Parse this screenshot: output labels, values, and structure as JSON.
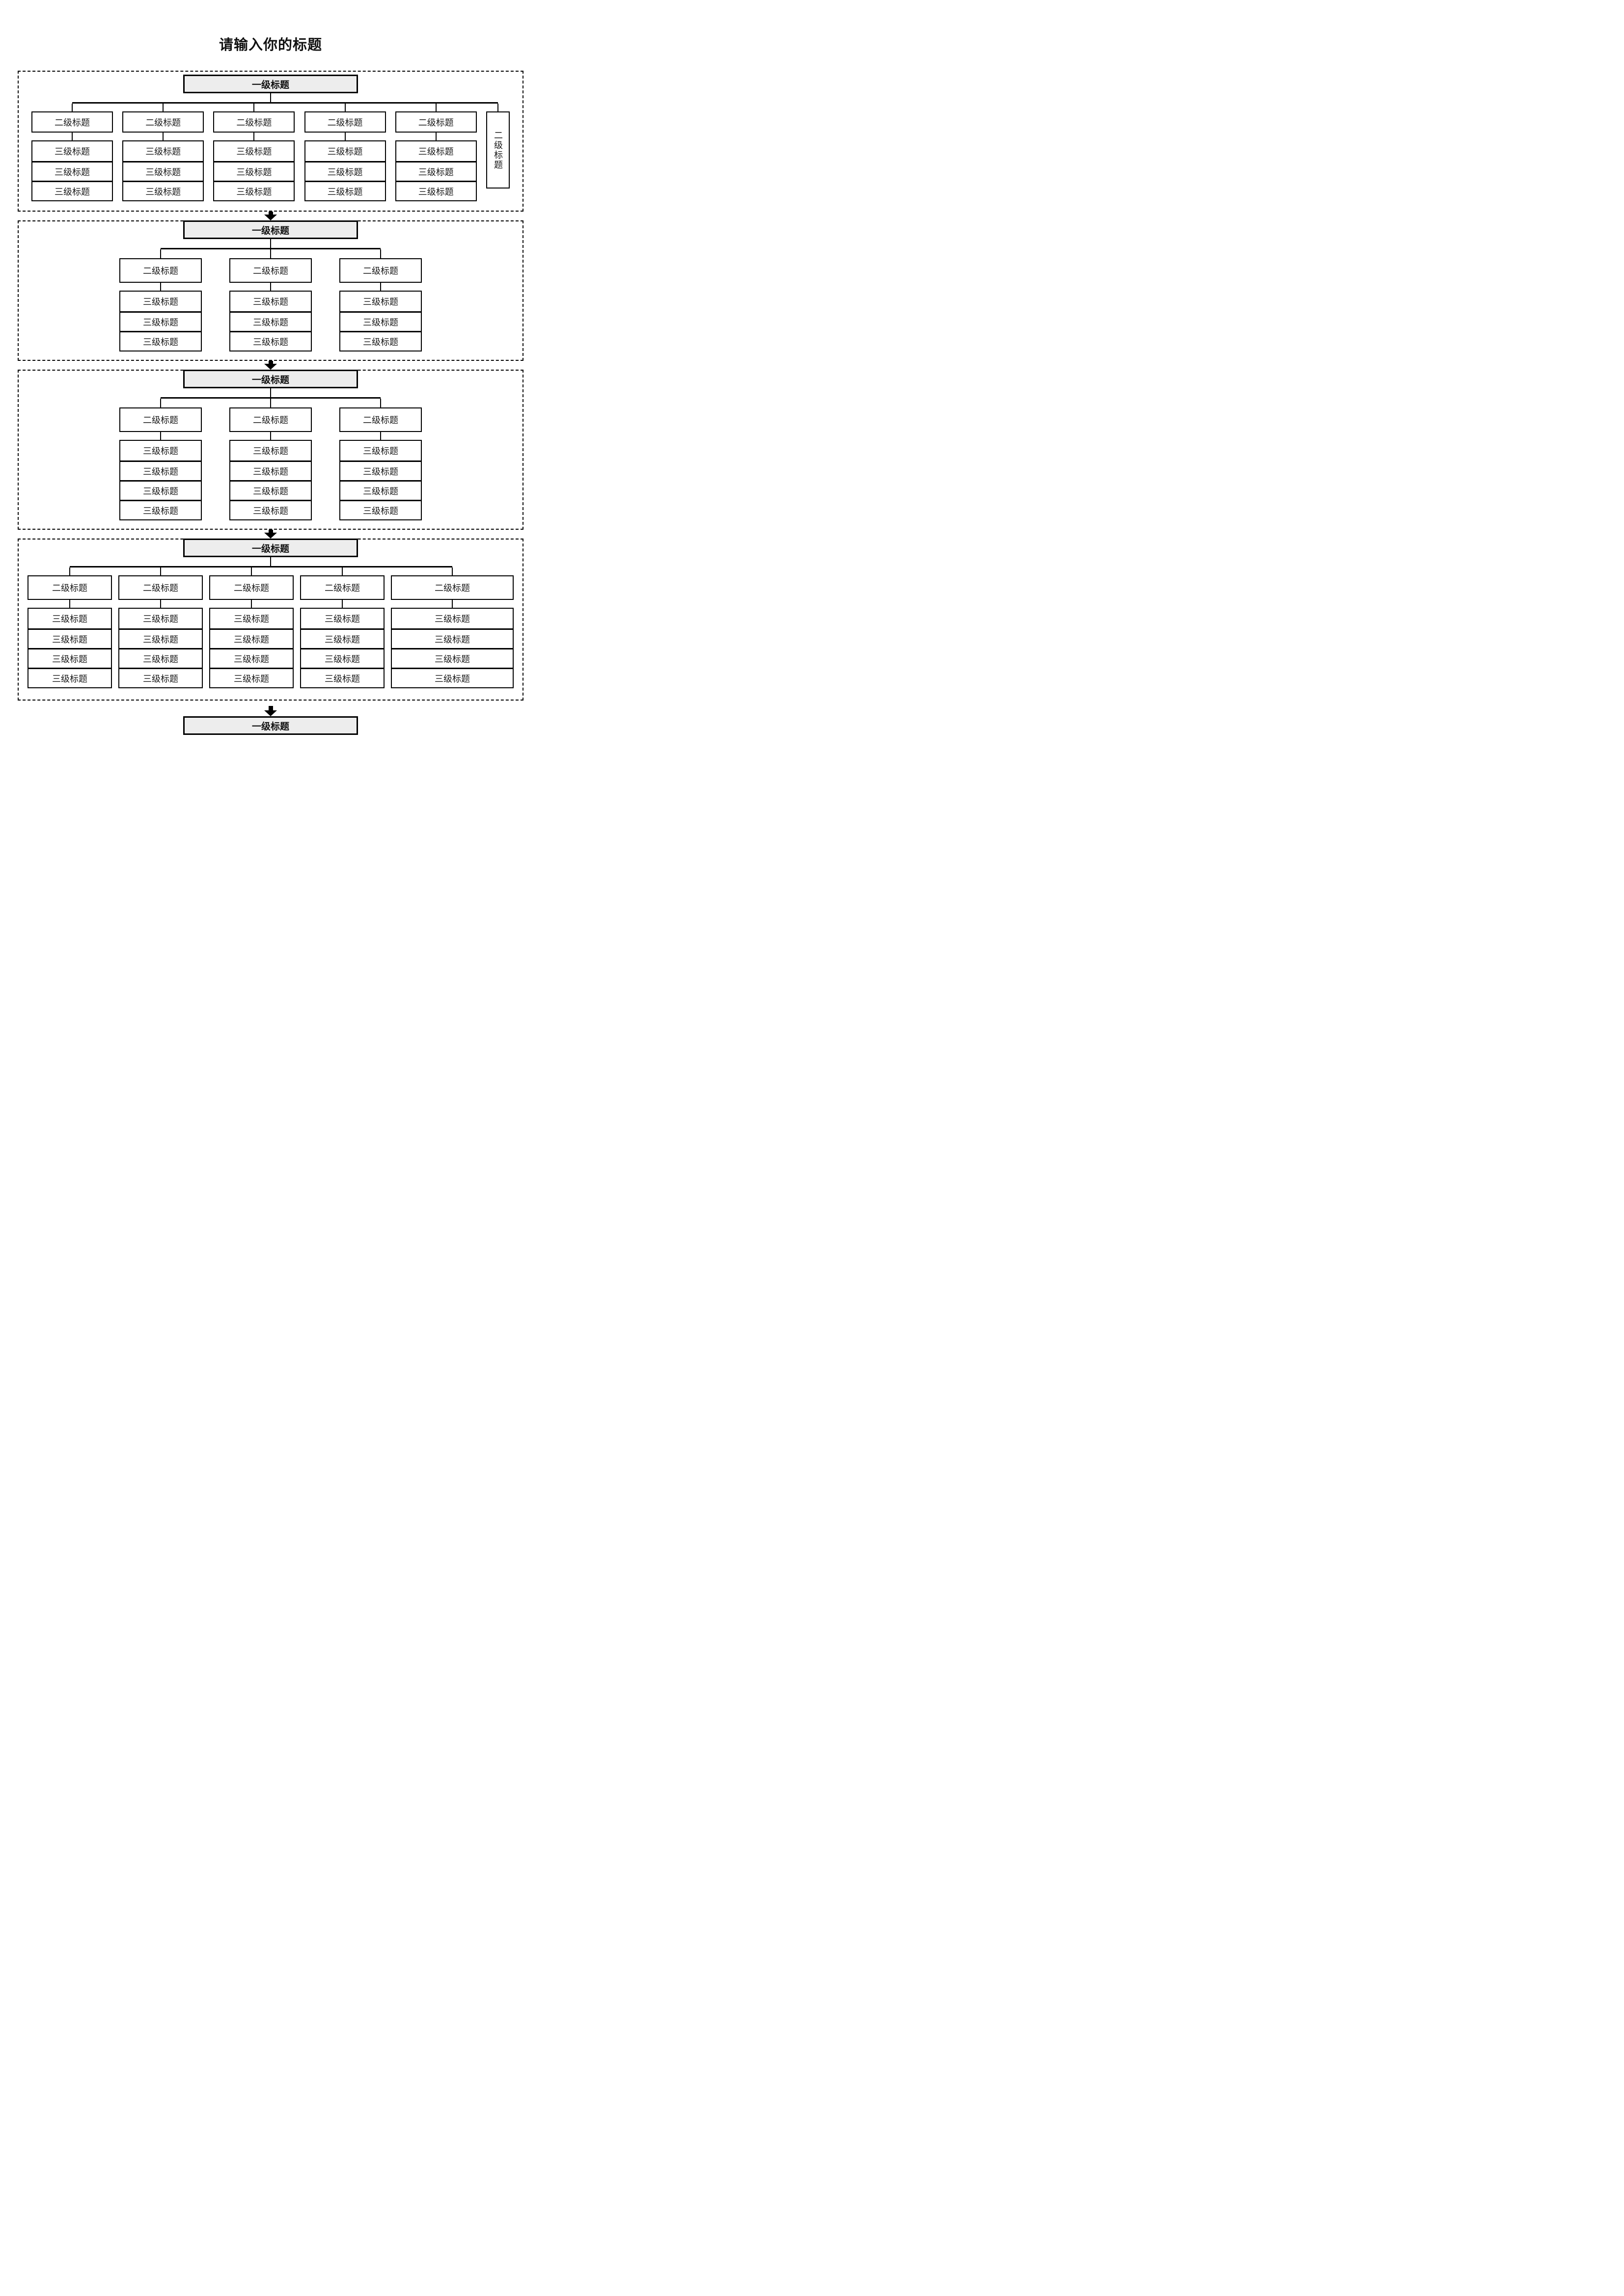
{
  "page": {
    "title": "请输入你的标题"
  },
  "colors": {
    "level1_fill": "#ededed",
    "line": "#000000",
    "background": "#ffffff"
  },
  "sections": [
    {
      "id": "section-1",
      "level1": "一级标题",
      "columns": [
        {
          "level2": "二级标题",
          "orientation": "horizontal",
          "level3": [
            "三级标题",
            "三级标题",
            "三级标题"
          ]
        },
        {
          "level2": "二级标题",
          "orientation": "horizontal",
          "level3": [
            "三级标题",
            "三级标题",
            "三级标题"
          ]
        },
        {
          "level2": "二级标题",
          "orientation": "horizontal",
          "level3": [
            "三级标题",
            "三级标题",
            "三级标题"
          ]
        },
        {
          "level2": "二级标题",
          "orientation": "horizontal",
          "level3": [
            "三级标题",
            "三级标题",
            "三级标题"
          ]
        },
        {
          "level2": "二级标题",
          "orientation": "horizontal",
          "level3": [
            "三级标题",
            "三级标题",
            "三级标题"
          ]
        },
        {
          "level2": "二级标题",
          "orientation": "vertical",
          "level3": []
        }
      ]
    },
    {
      "id": "section-2",
      "level1": "一级标题",
      "columns": [
        {
          "level2": "二级标题",
          "orientation": "horizontal",
          "level3": [
            "三级标题",
            "三级标题",
            "三级标题"
          ]
        },
        {
          "level2": "二级标题",
          "orientation": "horizontal",
          "level3": [
            "三级标题",
            "三级标题",
            "三级标题"
          ]
        },
        {
          "level2": "二级标题",
          "orientation": "horizontal",
          "level3": [
            "三级标题",
            "三级标题",
            "三级标题"
          ]
        }
      ]
    },
    {
      "id": "section-3",
      "level1": "一级标题",
      "columns": [
        {
          "level2": "二级标题",
          "orientation": "horizontal",
          "level3": [
            "三级标题",
            "三级标题",
            "三级标题",
            "三级标题"
          ]
        },
        {
          "level2": "二级标题",
          "orientation": "horizontal",
          "level3": [
            "三级标题",
            "三级标题",
            "三级标题",
            "三级标题"
          ]
        },
        {
          "level2": "二级标题",
          "orientation": "horizontal",
          "level3": [
            "三级标题",
            "三级标题",
            "三级标题",
            "三级标题"
          ]
        }
      ]
    },
    {
      "id": "section-4",
      "level1": "一级标题",
      "columns": [
        {
          "level2": "二级标题",
          "orientation": "horizontal",
          "level3": [
            "三级标题",
            "三级标题",
            "三级标题",
            "三级标题"
          ]
        },
        {
          "level2": "二级标题",
          "orientation": "horizontal",
          "level3": [
            "三级标题",
            "三级标题",
            "三级标题",
            "三级标题"
          ]
        },
        {
          "level2": "二级标题",
          "orientation": "horizontal",
          "level3": [
            "三级标题",
            "三级标题",
            "三级标题",
            "三级标题"
          ]
        },
        {
          "level2": "二级标题",
          "orientation": "horizontal",
          "level3": [
            "三级标题",
            "三级标题",
            "三级标题",
            "三级标题"
          ]
        },
        {
          "level2": "二级标题",
          "orientation": "horizontal",
          "level3": [
            "三级标题",
            "三级标题",
            "三级标题",
            "三级标题"
          ]
        }
      ]
    }
  ],
  "footer": {
    "level1": "一级标题"
  }
}
